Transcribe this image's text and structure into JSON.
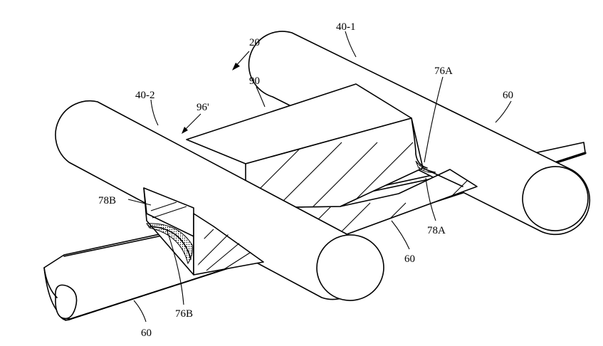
{
  "labels": {
    "assembly": "20",
    "top_cylinder": "40-1",
    "front_cylinder": "40-2",
    "block": "90",
    "block_edge": "96'",
    "weld_right_top": "76A",
    "weld_right_bottom": "78A",
    "weld_left_top": "78B",
    "weld_left_bottom": "76B",
    "rod_right": "60",
    "rod_middle": "60",
    "rod_bottom": "60"
  }
}
